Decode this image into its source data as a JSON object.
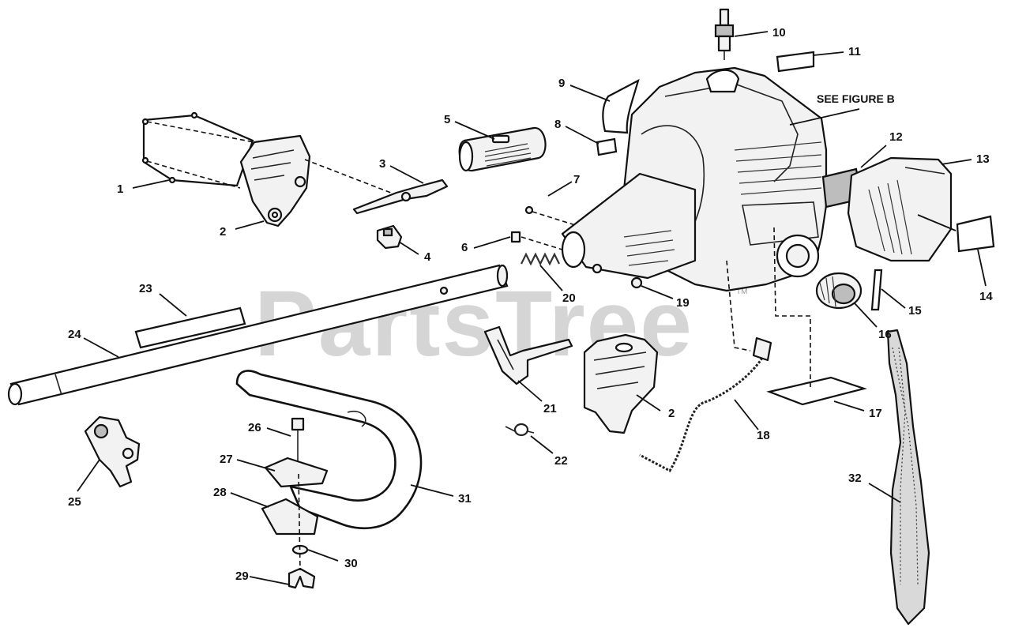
{
  "watermark": {
    "text": "PartsTree",
    "mark": "TM"
  },
  "note": {
    "see_figure": "SEE FIGURE B"
  },
  "callouts": [
    {
      "id": "c1",
      "label": "1"
    },
    {
      "id": "c2a",
      "label": "2"
    },
    {
      "id": "c3",
      "label": "3"
    },
    {
      "id": "c4",
      "label": "4"
    },
    {
      "id": "c5",
      "label": "5"
    },
    {
      "id": "c6",
      "label": "6"
    },
    {
      "id": "c7",
      "label": "7"
    },
    {
      "id": "c8",
      "label": "8"
    },
    {
      "id": "c9",
      "label": "9"
    },
    {
      "id": "c10",
      "label": "10"
    },
    {
      "id": "c11",
      "label": "11"
    },
    {
      "id": "c12",
      "label": "12"
    },
    {
      "id": "c13",
      "label": "13"
    },
    {
      "id": "c14",
      "label": "14"
    },
    {
      "id": "c15",
      "label": "15"
    },
    {
      "id": "c16",
      "label": "16"
    },
    {
      "id": "c17",
      "label": "17"
    },
    {
      "id": "c18",
      "label": "18"
    },
    {
      "id": "c19",
      "label": "19"
    },
    {
      "id": "c20",
      "label": "20"
    },
    {
      "id": "c21",
      "label": "21"
    },
    {
      "id": "c2b",
      "label": "2"
    },
    {
      "id": "c22",
      "label": "22"
    },
    {
      "id": "c23",
      "label": "23"
    },
    {
      "id": "c24",
      "label": "24"
    },
    {
      "id": "c25",
      "label": "25"
    },
    {
      "id": "c26",
      "label": "26"
    },
    {
      "id": "c27",
      "label": "27"
    },
    {
      "id": "c28",
      "label": "28"
    },
    {
      "id": "c29",
      "label": "29"
    },
    {
      "id": "c30",
      "label": "30"
    },
    {
      "id": "c31",
      "label": "31"
    },
    {
      "id": "c32",
      "label": "32"
    }
  ]
}
